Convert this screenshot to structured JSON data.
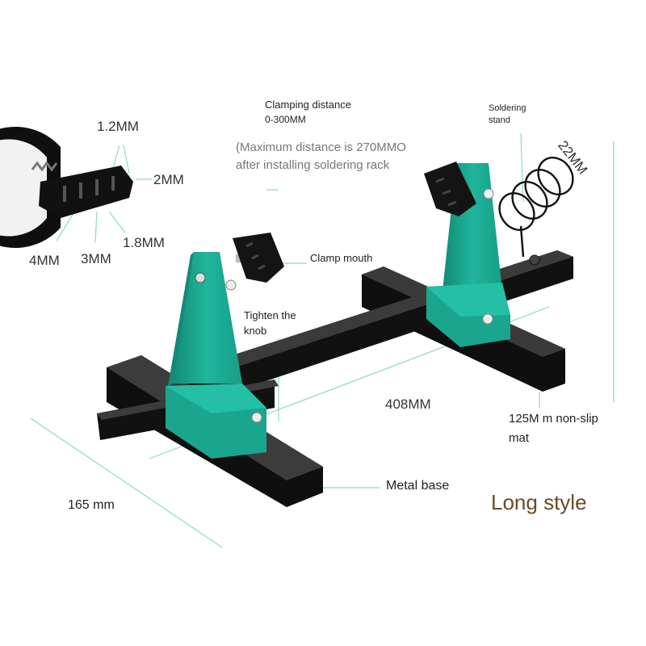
{
  "labels": {
    "clamping_title": "Clamping distance",
    "clamping_range": "0-300MM",
    "max_note_1": "(Maximum distance is 270MMO",
    "max_note_2": "after installing soldering rack",
    "soldering_1": "Soldering",
    "soldering_2": "stand",
    "spring_dim": "22MM",
    "clamp_mouth": "Clamp mouth",
    "tighten_1": "Tighten the",
    "tighten_2": "knob",
    "length": "408MM",
    "mat_1": "125M m non-slip",
    "mat_2": "mat",
    "metal_base": "Metal base",
    "width": "165 mm",
    "style": "Long style",
    "jaw_12": "1.2MM",
    "jaw_2": "2MM",
    "jaw_18": "1.8MM",
    "jaw_3": "3MM",
    "jaw_4": "4MM"
  },
  "colors": {
    "teal": "#1fb39a",
    "teal_dark": "#148a76",
    "black": "#141414",
    "bar_top": "#2a2a2a",
    "line": "#8fd8cc"
  }
}
